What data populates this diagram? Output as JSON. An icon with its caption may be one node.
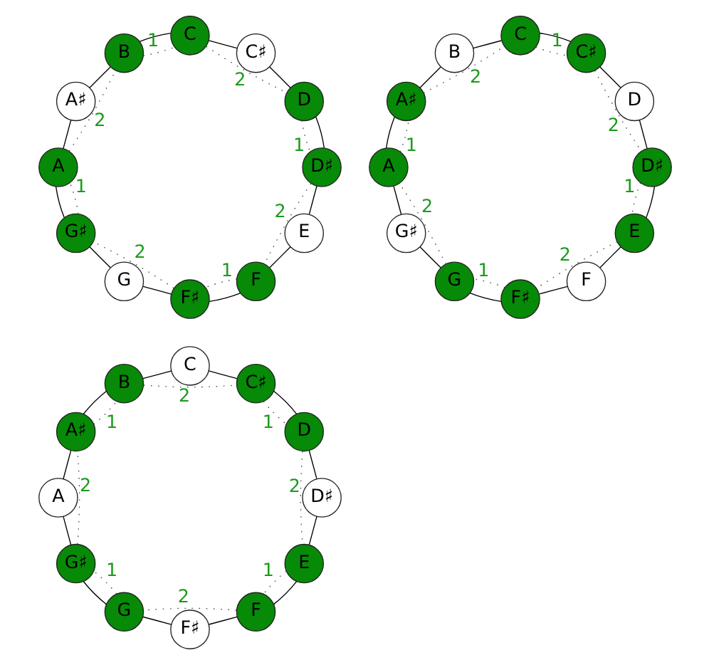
{
  "diagram": {
    "nodes": [
      {
        "text": [
          "C"
        ]
      },
      {
        "text": [
          "C♯"
        ]
      },
      {
        "text": [
          "D"
        ]
      },
      {
        "text": [
          "D♯"
        ]
      },
      {
        "text": [
          "E"
        ]
      },
      {
        "text": [
          "F"
        ]
      },
      {
        "text": [
          "F♯"
        ]
      },
      {
        "text": [
          "G"
        ]
      },
      {
        "text": [
          "G♯"
        ]
      },
      {
        "text": [
          "A"
        ]
      },
      {
        "text": [
          "A♯"
        ]
      },
      {
        "text": [
          "B"
        ]
      },
      {
        "text": [
          "C"
        ]
      },
      {
        "text": [
          "C♯"
        ]
      },
      {
        "text": [
          "D"
        ]
      },
      {
        "text": [
          "D♯"
        ]
      },
      {
        "text": [
          "E"
        ]
      },
      {
        "text": [
          "F"
        ]
      },
      {
        "text": [
          "F♯"
        ]
      },
      {
        "text": [
          "G"
        ]
      },
      {
        "text": [
          "G♯"
        ]
      },
      {
        "text": [
          "A"
        ]
      },
      {
        "text": [
          "A♯"
        ]
      },
      {
        "text": [
          "B"
        ]
      },
      {
        "text": [
          "C"
        ]
      },
      {
        "text": [
          "C♯"
        ]
      },
      {
        "text": [
          "D"
        ]
      },
      {
        "text": [
          "D♯"
        ]
      },
      {
        "text": [
          "E"
        ]
      },
      {
        "text": [
          "F"
        ]
      },
      {
        "text": [
          "F♯"
        ]
      },
      {
        "text": [
          "G"
        ]
      },
      {
        "text": [
          "G♯"
        ]
      },
      {
        "text": [
          "A"
        ]
      },
      {
        "text": [
          "A♯"
        ]
      },
      {
        "text": [
          "B"
        ]
      }
    ],
    "edges": [
      {
        "from": 0,
        "to": 1,
        "arrow": "none"
      },
      {
        "from": 1,
        "to": 2,
        "arrow": "none"
      },
      {
        "from": 2,
        "to": 3,
        "arrow": "none"
      },
      {
        "from": 3,
        "to": 4,
        "arrow": "none"
      },
      {
        "from": 4,
        "to": 5,
        "arrow": "none"
      },
      {
        "from": 5,
        "to": 6,
        "arrow": "none"
      },
      {
        "from": 6,
        "to": 7,
        "arrow": "none"
      },
      {
        "from": 7,
        "to": 8,
        "arrow": "none"
      },
      {
        "from": 8,
        "to": 9,
        "arrow": "none"
      },
      {
        "from": 9,
        "to": 10,
        "arrow": "none"
      },
      {
        "from": 10,
        "to": 11,
        "arrow": "none"
      },
      {
        "from": 11,
        "to": 0,
        "arrow": "none"
      },
      {
        "from": 0,
        "to": 2,
        "arrow": "none",
        "style": "dashed",
        "label": "2"
      },
      {
        "from": 2,
        "to": 3,
        "arrow": "none",
        "style": "dashed",
        "label": "1"
      },
      {
        "from": 3,
        "to": 5,
        "arrow": "none",
        "style": "dashed",
        "label": "2"
      },
      {
        "from": 5,
        "to": 6,
        "arrow": "none",
        "style": "dashed",
        "label": "1"
      },
      {
        "from": 6,
        "to": 8,
        "arrow": "none",
        "style": "dashed",
        "label": "2"
      },
      {
        "from": 8,
        "to": 9,
        "arrow": "none",
        "style": "dashed",
        "label": "1"
      },
      {
        "from": 9,
        "to": 11,
        "arrow": "none",
        "style": "dashed",
        "label": "2"
      },
      {
        "from": 11,
        "to": 0,
        "arrow": "none",
        "style": "dashed",
        "label": "1"
      },
      {
        "from": 12,
        "to": 13,
        "arrow": "none"
      },
      {
        "from": 13,
        "to": 14,
        "arrow": "none"
      },
      {
        "from": 14,
        "to": 15,
        "arrow": "none"
      },
      {
        "from": 15,
        "to": 16,
        "arrow": "none"
      },
      {
        "from": 16,
        "to": 17,
        "arrow": "none"
      },
      {
        "from": 17,
        "to": 18,
        "arrow": "none"
      },
      {
        "from": 18,
        "to": 19,
        "arrow": "none"
      },
      {
        "from": 19,
        "to": 20,
        "arrow": "none"
      },
      {
        "from": 20,
        "to": 21,
        "arrow": "none"
      },
      {
        "from": 21,
        "to": 22,
        "arrow": "none"
      },
      {
        "from": 22,
        "to": 23,
        "arrow": "none"
      },
      {
        "from": 23,
        "to": 12,
        "arrow": "none"
      },
      {
        "from": 12,
        "to": 13,
        "arrow": "none",
        "style": "dashed",
        "label": "1"
      },
      {
        "from": 13,
        "to": 15,
        "arrow": "none",
        "style": "dashed",
        "label": "2"
      },
      {
        "from": 15,
        "to": 16,
        "arrow": "none",
        "style": "dashed",
        "label": "1"
      },
      {
        "from": 16,
        "to": 18,
        "arrow": "none",
        "style": "dashed",
        "label": "2"
      },
      {
        "from": 18,
        "to": 19,
        "arrow": "none",
        "style": "dashed",
        "label": "1"
      },
      {
        "from": 19,
        "to": 21,
        "arrow": "none",
        "style": "dashed",
        "label": "2"
      },
      {
        "from": 21,
        "to": 22,
        "arrow": "none",
        "style": "dashed",
        "label": "1"
      },
      {
        "from": 22,
        "to": 12,
        "arrow": "none",
        "style": "dashed",
        "label": "2"
      },
      {
        "from": 24,
        "to": 25,
        "arrow": "none"
      },
      {
        "from": 25,
        "to": 26,
        "arrow": "none"
      },
      {
        "from": 26,
        "to": 27,
        "arrow": "none"
      },
      {
        "from": 27,
        "to": 28,
        "arrow": "none"
      },
      {
        "from": 28,
        "to": 29,
        "arrow": "none"
      },
      {
        "from": 29,
        "to": 30,
        "arrow": "none"
      },
      {
        "from": 30,
        "to": 31,
        "arrow": "none"
      },
      {
        "from": 31,
        "to": 32,
        "arrow": "none"
      },
      {
        "from": 32,
        "to": 33,
        "arrow": "none"
      },
      {
        "from": 33,
        "to": 34,
        "arrow": "none"
      },
      {
        "from": 34,
        "to": 35,
        "arrow": "none"
      },
      {
        "from": 35,
        "to": 24,
        "arrow": "none"
      },
      {
        "from": 25,
        "to": 26,
        "arrow": "none",
        "style": "dashed",
        "label": "1"
      },
      {
        "from": 26,
        "to": 28,
        "arrow": "none",
        "style": "dashed",
        "label": "2"
      },
      {
        "from": 28,
        "to": 29,
        "arrow": "none",
        "style": "dashed",
        "label": "1"
      },
      {
        "from": 29,
        "to": 31,
        "arrow": "none",
        "style": "dashed",
        "label": "2"
      },
      {
        "from": 31,
        "to": 32,
        "arrow": "none",
        "style": "dashed",
        "label": "1"
      },
      {
        "from": 32,
        "to": 34,
        "arrow": "none",
        "style": "dashed",
        "label": "2"
      },
      {
        "from": 34,
        "to": 35,
        "arrow": "none",
        "style": "dashed",
        "label": "1"
      },
      {
        "from": 35,
        "to": 25,
        "arrow": "none",
        "style": "dashed",
        "label": "2"
      }
    ]
  }
}
